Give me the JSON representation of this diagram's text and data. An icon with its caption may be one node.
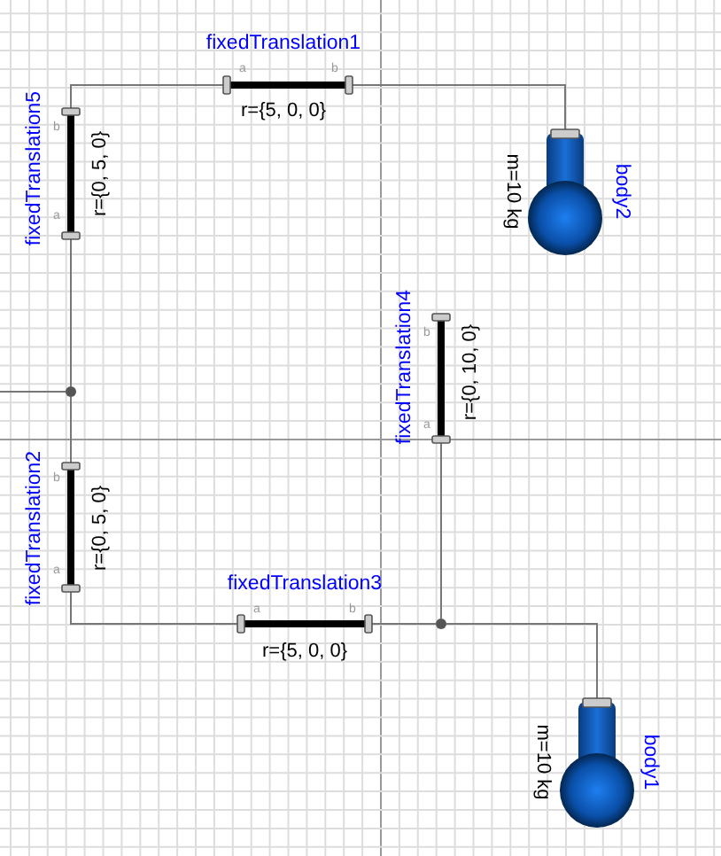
{
  "diagram": {
    "nodes": [
      {
        "text": [
          "fixedTranslation1",
          "r={5, 0, 0}",
          "a",
          "b"
        ]
      },
      {
        "text": [
          "fixedTranslation5",
          "r={0, 5, 0}",
          "b",
          "a"
        ]
      },
      {
        "text": [
          "body2",
          "m=10 kg"
        ]
      },
      {
        "text": [
          "fixedTranslation4",
          "r={0, 10, 0}",
          "b",
          "a"
        ]
      },
      {
        "text": [],
        "shape": "circle"
      },
      {
        "text": [
          "fixedTranslation2",
          "r={0, 5, 0}",
          "b",
          "a"
        ]
      },
      {
        "text": [
          "fixedTranslation3",
          "r={5, 0, 0}",
          "a",
          "b"
        ]
      },
      {
        "text": [],
        "shape": "circle"
      },
      {
        "text": [
          "body1",
          "m=10 kg"
        ]
      }
    ],
    "edges": [
      {
        "from": 1,
        "to": 0,
        "arrow": "none"
      },
      {
        "from": 0,
        "to": 2,
        "arrow": "none"
      },
      {
        "from": 1,
        "to": 4,
        "arrow": "none"
      },
      {
        "from": null,
        "to": 4,
        "arrow": "none"
      },
      {
        "from": 5,
        "to": 4,
        "arrow": "none"
      },
      {
        "from": 5,
        "to": 6,
        "arrow": "none"
      },
      {
        "from": 6,
        "to": 7,
        "arrow": "none"
      },
      {
        "from": 3,
        "to": 7,
        "arrow": "none"
      },
      {
        "from": 7,
        "to": 8,
        "arrow": "none"
      }
    ]
  }
}
